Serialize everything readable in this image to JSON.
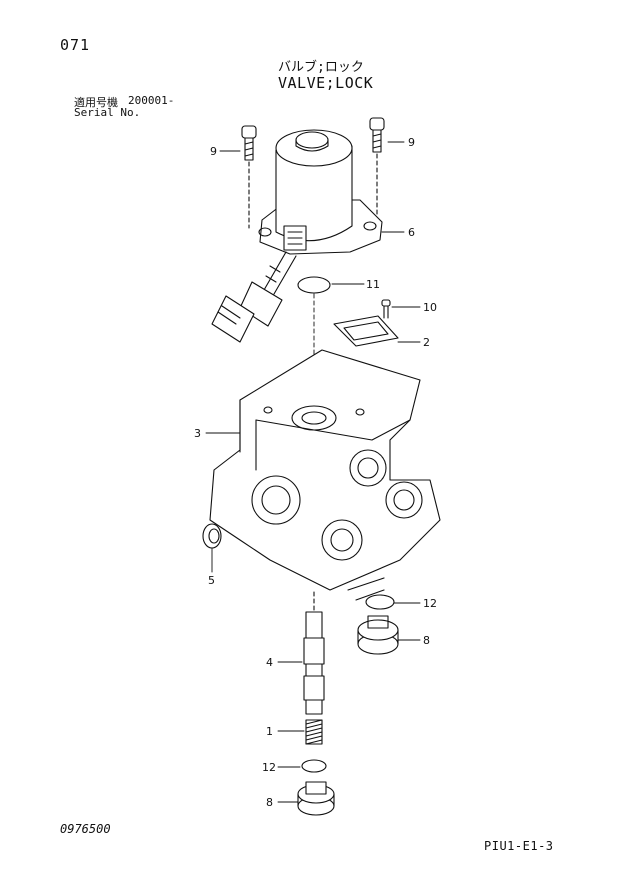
{
  "page_number": "071",
  "title_jp": "バルブ;ロック",
  "title_en": "VALVE;LOCK",
  "serial": {
    "label_jp": "適用号機",
    "value": "200001-",
    "label_en": "Serial No."
  },
  "doc_number": "0976500",
  "sheet_code": "PIU1-E1-3",
  "callouts": [
    {
      "id": "c9a",
      "label": "9"
    },
    {
      "id": "c9b",
      "label": "9"
    },
    {
      "id": "c6",
      "label": "6"
    },
    {
      "id": "c11",
      "label": "11"
    },
    {
      "id": "c10",
      "label": "10"
    },
    {
      "id": "c2",
      "label": "2"
    },
    {
      "id": "c3",
      "label": "3"
    },
    {
      "id": "c5",
      "label": "5"
    },
    {
      "id": "c12a",
      "label": "12"
    },
    {
      "id": "c8a",
      "label": "8"
    },
    {
      "id": "c4",
      "label": "4"
    },
    {
      "id": "c1",
      "label": "1"
    },
    {
      "id": "c12b",
      "label": "12"
    },
    {
      "id": "c8b",
      "label": "8"
    }
  ]
}
